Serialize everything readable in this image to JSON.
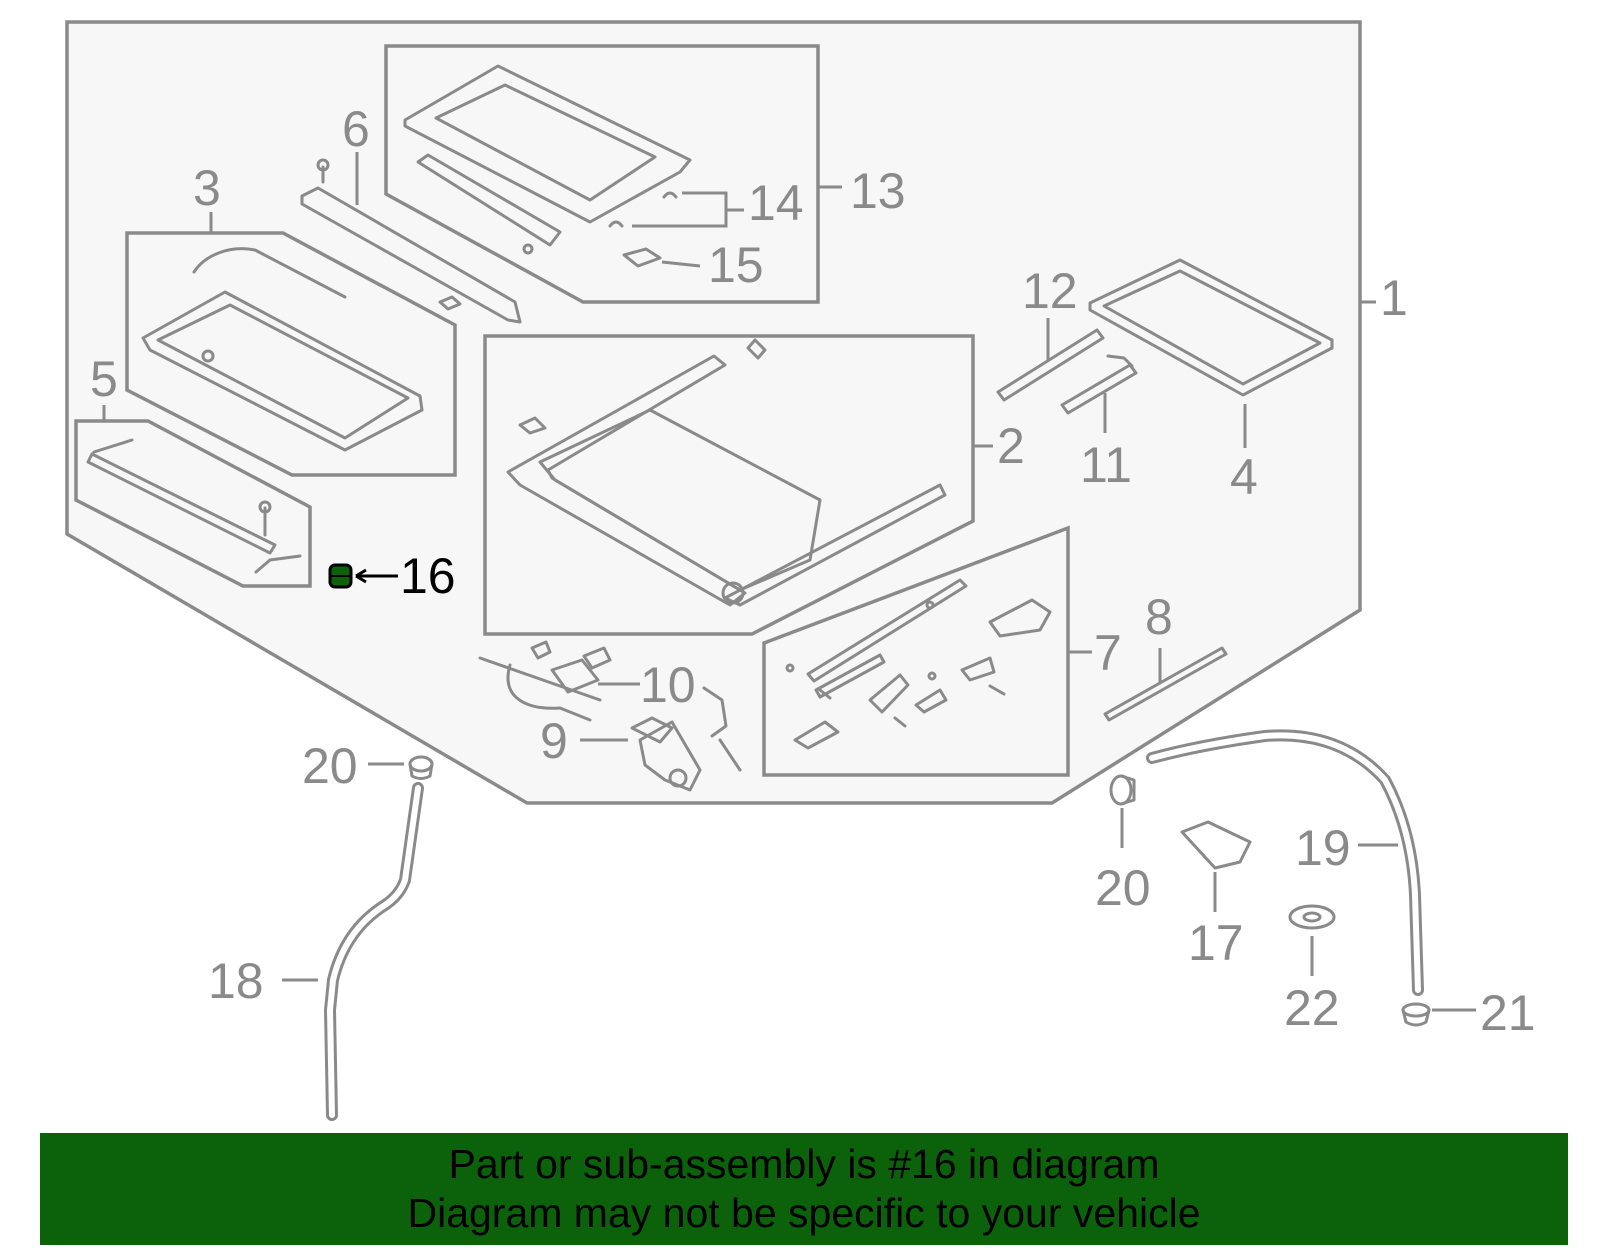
{
  "diagram": {
    "highlight_color": "#0b620b",
    "line_color": "#8a8a8a",
    "callouts": {
      "c1": "1",
      "c2": "2",
      "c3": "3",
      "c4": "4",
      "c5": "5",
      "c6": "6",
      "c7": "7",
      "c8": "8",
      "c9": "9",
      "c10": "10",
      "c11": "11",
      "c12": "12",
      "c13": "13",
      "c14": "14",
      "c15": "15",
      "c16": "16",
      "c17": "17",
      "c18": "18",
      "c19": "19",
      "c20a": "20",
      "c20b": "20",
      "c21": "21",
      "c22": "22"
    }
  },
  "banner": {
    "line1": "Part or sub-assembly is #16 in diagram",
    "line2": "Diagram may not be specific to your vehicle",
    "background": "#0b620b"
  }
}
